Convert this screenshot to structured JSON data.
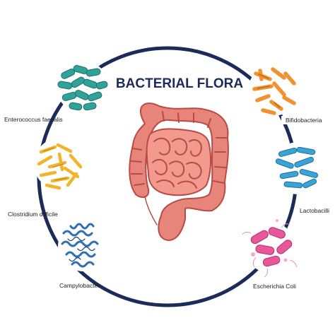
{
  "title": "BACTERIAL FLORA",
  "colors": {
    "ring": "#1c2b5a",
    "title": "#1c2b5a",
    "intestine": "#e8857a",
    "intestine_dark": "#b94a45"
  },
  "bacteria": [
    {
      "label": "Enterococcus faecalis",
      "icon": "enterococcus-icon",
      "color": "#2fa39a"
    },
    {
      "label": "Clostridium difficile",
      "icon": "clostridium-icon",
      "color": "#f2b52a"
    },
    {
      "label": "Campylobacter",
      "icon": "campylobacter-icon",
      "color": "#2f6fb8"
    },
    {
      "label": "Bifidobacteria",
      "icon": "bifidobacteria-icon",
      "color": "#f0922e"
    },
    {
      "label": "Lactobacilli",
      "icon": "lactobacilli-icon",
      "color": "#3aa3d8"
    },
    {
      "label": "Escherichia Coli",
      "icon": "escherichia-coli-icon",
      "color": "#e8579a"
    }
  ]
}
